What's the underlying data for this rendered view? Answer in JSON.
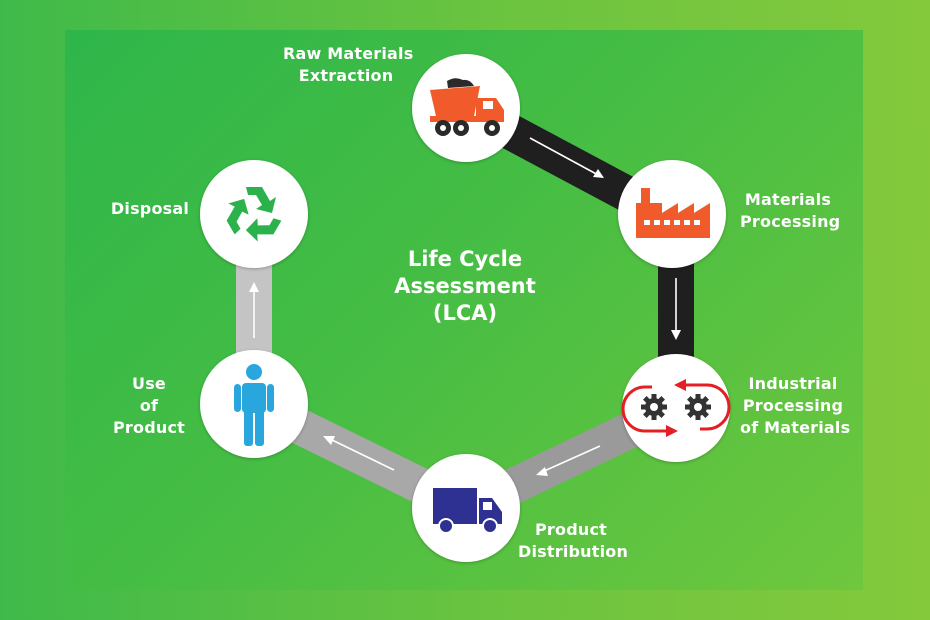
{
  "title": {
    "line1": "Life Cycle",
    "line2": "Assessment",
    "line3": "(LCA)"
  },
  "stages": {
    "raw_materials": {
      "line1": "Raw Materials",
      "line2": "Extraction",
      "icon": "dump-truck-icon"
    },
    "materials_processing": {
      "line1": "Materials",
      "line2": "Processing",
      "icon": "factory-icon"
    },
    "industrial_processing": {
      "line1": "Industrial",
      "line2": "Processing",
      "line3": "of Materials",
      "icon": "gears-cycle-icon"
    },
    "product_distribution": {
      "line1": "Product",
      "line2": "Distribution",
      "icon": "delivery-truck-icon"
    },
    "use_of_product": {
      "line1": "Use",
      "line2": "of",
      "line3": "Product",
      "icon": "person-icon"
    },
    "disposal": {
      "line1": "Disposal",
      "icon": "recycle-icon"
    }
  },
  "colors": {
    "background": "#5cc240",
    "dark_road": "#1f1f1f",
    "light_road": "#a8a8a8",
    "orange_icon": "#f15a2b",
    "navy_truck": "#2e3192",
    "person_blue": "#2aa6df",
    "recycle_green": "#2bb24c",
    "gear_dark": "#333333",
    "cycle_red": "#e31e24"
  }
}
